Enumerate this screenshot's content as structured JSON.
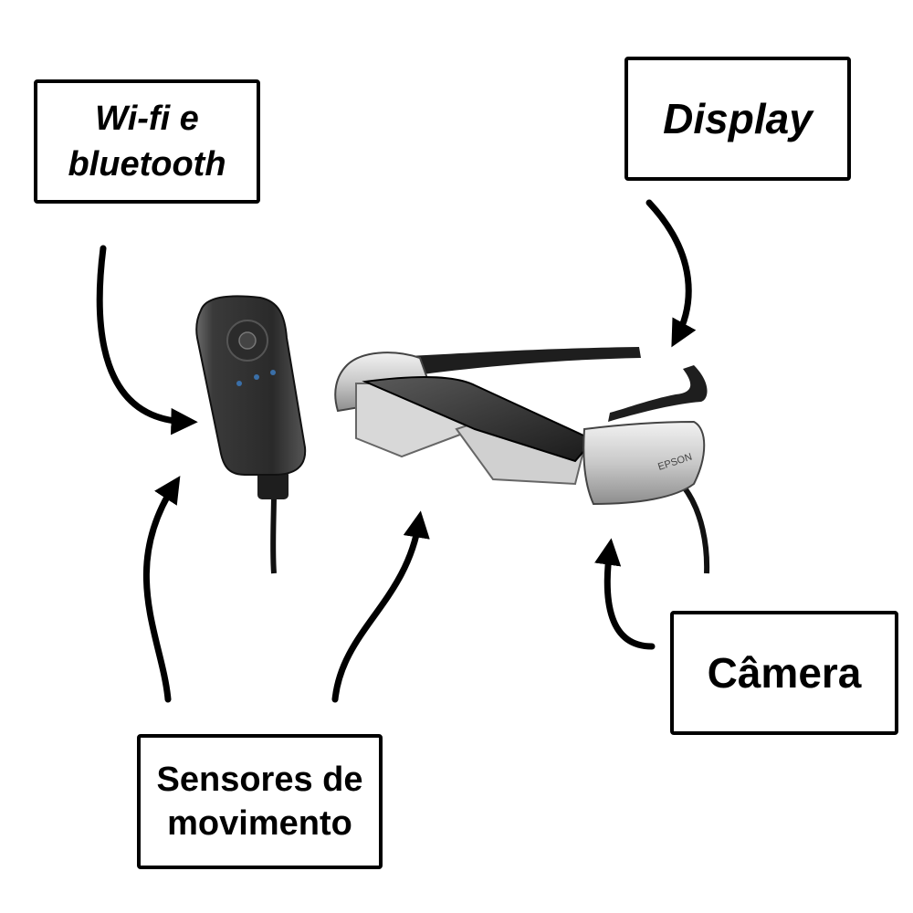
{
  "labels": {
    "wifi": {
      "line1": "Wi-fi e",
      "line2": "bluetooth"
    },
    "display": "Display",
    "camera": "Câmera",
    "sensors": {
      "line1": "Sensores de",
      "line2": "movimento"
    }
  },
  "device": {
    "brand": "EPSON"
  },
  "colors": {
    "outline": "#000000",
    "background": "#ffffff"
  }
}
